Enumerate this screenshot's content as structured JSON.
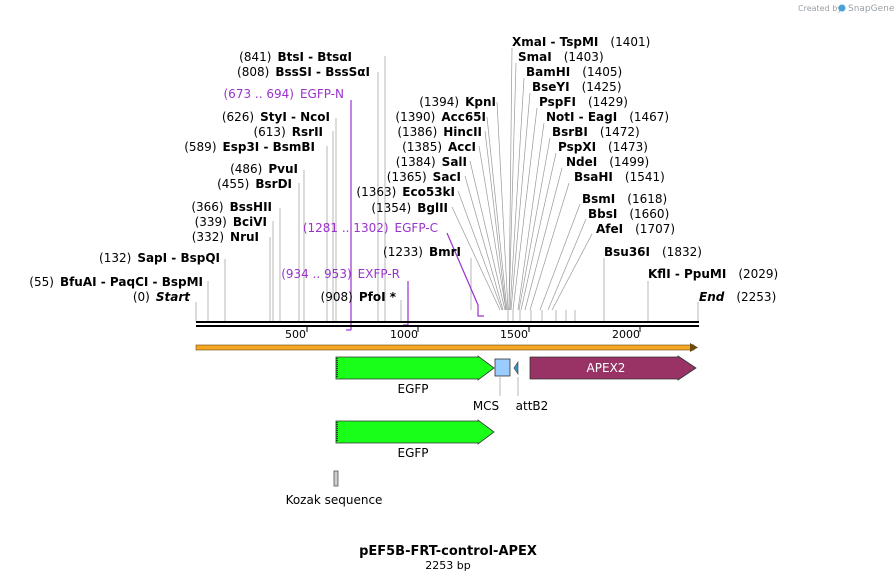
{
  "credit": {
    "prefix": "Created by",
    "brand": "SnapGene"
  },
  "map": {
    "title": "pEF5B-FRT-control-APEX",
    "subtitle": "2253 bp",
    "total_bp": 2253,
    "ruler_ticks": [
      "500",
      "1000",
      "1500",
      "2000"
    ],
    "start_label": {
      "num": "(0)",
      "name": "Start"
    },
    "end_label": {
      "num": "(2253)",
      "name": "End"
    }
  },
  "enzymes_left": [
    {
      "num": "(841)",
      "name": "BtsI  -  BtsαI"
    },
    {
      "num": "(808)",
      "name": "BssSI  -  BssSαI"
    },
    {
      "num": "(626)",
      "name": "StyI  -  NcoI"
    },
    {
      "num": "(613)",
      "name": "RsrII"
    },
    {
      "num": "(589)",
      "name": "Esp3I  -  BsmBI"
    },
    {
      "num": "(486)",
      "name": "PvuI"
    },
    {
      "num": "(455)",
      "name": "BsrDI"
    },
    {
      "num": "(366)",
      "name": "BssHII"
    },
    {
      "num": "(339)",
      "name": "BciVI"
    },
    {
      "num": "(332)",
      "name": "NruI"
    },
    {
      "num": "(132)",
      "name": "SapI  -  BspQI"
    },
    {
      "num": "(55)",
      "name": "BfuAI  -  PaqCI  -  BspMI"
    }
  ],
  "enzymes_middle": [
    {
      "num": "(1394)",
      "name": "KpnI"
    },
    {
      "num": "(1390)",
      "name": "Acc65I"
    },
    {
      "num": "(1386)",
      "name": "HincII"
    },
    {
      "num": "(1385)",
      "name": "AccI"
    },
    {
      "num": "(1384)",
      "name": "SalI"
    },
    {
      "num": "(1365)",
      "name": "SacI"
    },
    {
      "num": "(1363)",
      "name": "Eco53kI"
    },
    {
      "num": "(1354)",
      "name": "BglII"
    },
    {
      "num": "(1233)",
      "name": "BmrI"
    },
    {
      "num": "(908)",
      "name": "PfoI *"
    }
  ],
  "enzymes_right": [
    {
      "num": "(1401)",
      "name": "XmaI  -  TspMI"
    },
    {
      "num": "(1403)",
      "name": "SmaI"
    },
    {
      "num": "(1405)",
      "name": "BamHI"
    },
    {
      "num": "(1425)",
      "name": "BseYI"
    },
    {
      "num": "(1429)",
      "name": "PspFI"
    },
    {
      "num": "(1467)",
      "name": "NotI  -  EagI"
    },
    {
      "num": "(1472)",
      "name": "BsrBI"
    },
    {
      "num": "(1473)",
      "name": "PspXI"
    },
    {
      "num": "(1499)",
      "name": "NdeI"
    },
    {
      "num": "(1541)",
      "name": "BsaHI"
    },
    {
      "num": "(1618)",
      "name": "BsmI"
    },
    {
      "num": "(1660)",
      "name": "BbsI"
    },
    {
      "num": "(1707)",
      "name": "AfeI"
    },
    {
      "num": "(1832)",
      "name": "Bsu36I"
    },
    {
      "num": "(2029)",
      "name": "KflI  -  PpuMI"
    }
  ],
  "primers": [
    {
      "range": "(673 .. 694)",
      "name": "EGFP-N"
    },
    {
      "range": "(1281 .. 1302)",
      "name": "EGFP-C"
    },
    {
      "range": "(934 .. 953)",
      "name": "EXFP-R"
    }
  ],
  "features": {
    "egfp_1": "EGFP",
    "mcs": "MCS",
    "attb2": "attB2",
    "apex2": "APEX2",
    "egfp_2": "EGFP",
    "kozak": "Kozak sequence"
  },
  "colors": {
    "egfp": "#1aff1a",
    "apex2": "#993366",
    "mcs": "#99ccff",
    "attb2": "#3399cc",
    "primer": "#9933cc",
    "orf": "#f5a623"
  }
}
